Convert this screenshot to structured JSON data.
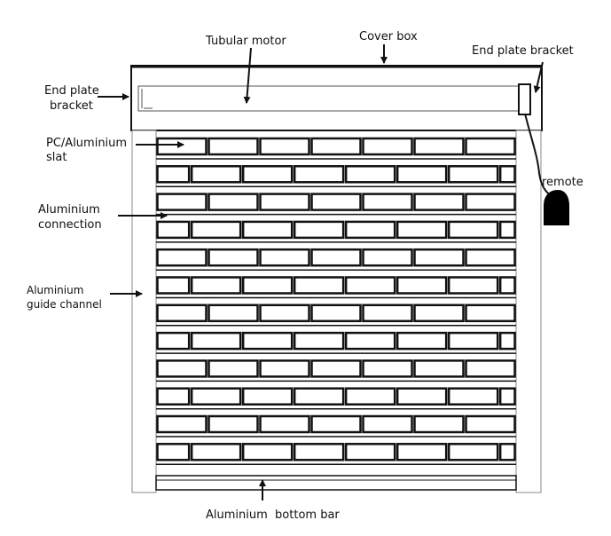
{
  "labels": {
    "tubular_motor": "Tubular motor",
    "cover_box": "Cover box",
    "end_plate_bracket_right": "End plate bracket",
    "end_plate_bracket_left_1": "End plate",
    "end_plate_bracket_left_2": "bracket",
    "slat_1": "PC/Aluminium",
    "slat_2": "slat",
    "connection_1": "Aluminium",
    "connection_2": "connection",
    "guide_1": "Aluminium",
    "guide_2": "guide channel",
    "remote": "remote",
    "bottom_bar": "Aluminium  bottom bar"
  },
  "slats": {
    "rows": 12,
    "columns": 7
  }
}
